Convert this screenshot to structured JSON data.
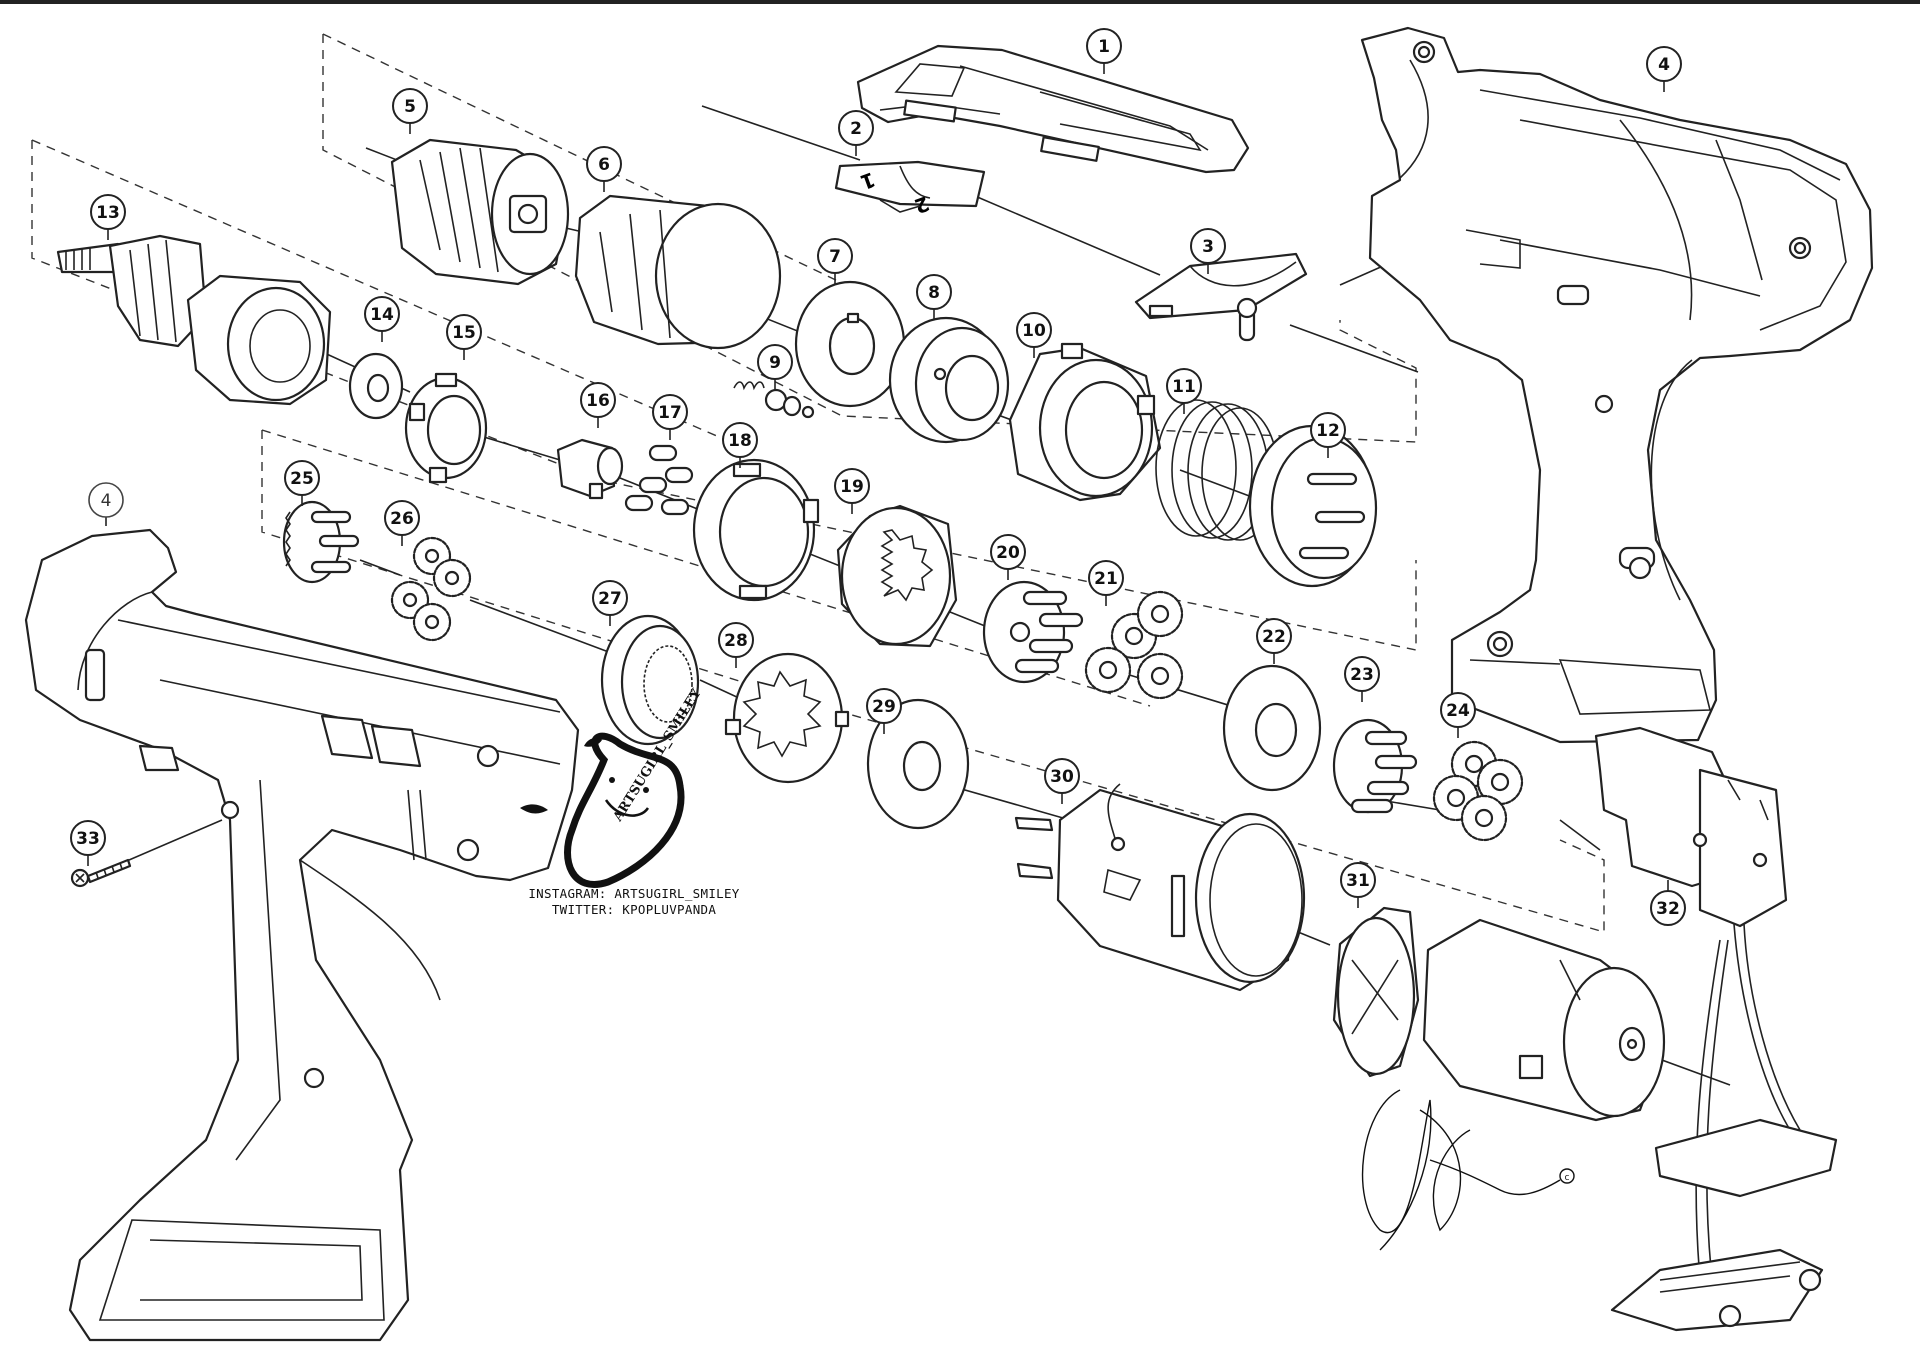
{
  "watermark": {
    "logo_text": "ARTSUGIRL_SMILEY",
    "instagram": "INSTAGRAM: ARTSUGIRL_SMILEY",
    "twitter": "TWITTER: KPOPLUVPANDA"
  },
  "signature_mark": "c",
  "callouts": [
    {
      "id": "c1",
      "label": "1"
    },
    {
      "id": "c2",
      "label": "2"
    },
    {
      "id": "c3",
      "label": "3"
    },
    {
      "id": "c4",
      "label": "4"
    },
    {
      "id": "c4b",
      "label": "4"
    },
    {
      "id": "c5",
      "label": "5"
    },
    {
      "id": "c6",
      "label": "6"
    },
    {
      "id": "c7",
      "label": "7"
    },
    {
      "id": "c8",
      "label": "8"
    },
    {
      "id": "c9",
      "label": "9"
    },
    {
      "id": "c10",
      "label": "10"
    },
    {
      "id": "c11",
      "label": "11"
    },
    {
      "id": "c12",
      "label": "12"
    },
    {
      "id": "c13",
      "label": "13"
    },
    {
      "id": "c14",
      "label": "14"
    },
    {
      "id": "c15",
      "label": "15"
    },
    {
      "id": "c16",
      "label": "16"
    },
    {
      "id": "c17",
      "label": "17"
    },
    {
      "id": "c18",
      "label": "18"
    },
    {
      "id": "c19",
      "label": "19"
    },
    {
      "id": "c20",
      "label": "20"
    },
    {
      "id": "c21",
      "label": "21"
    },
    {
      "id": "c22",
      "label": "22"
    },
    {
      "id": "c23",
      "label": "23"
    },
    {
      "id": "c24",
      "label": "24"
    },
    {
      "id": "c25",
      "label": "25"
    },
    {
      "id": "c26",
      "label": "26"
    },
    {
      "id": "c27",
      "label": "27"
    },
    {
      "id": "c28",
      "label": "28"
    },
    {
      "id": "c29",
      "label": "29"
    },
    {
      "id": "c30",
      "label": "30"
    },
    {
      "id": "c31",
      "label": "31"
    },
    {
      "id": "c32",
      "label": "32"
    },
    {
      "id": "c33",
      "label": "33"
    }
  ],
  "switch_markings": {
    "one": "1",
    "two": "2"
  },
  "colors": {
    "ink": "#222222",
    "background": "#ffffff"
  }
}
